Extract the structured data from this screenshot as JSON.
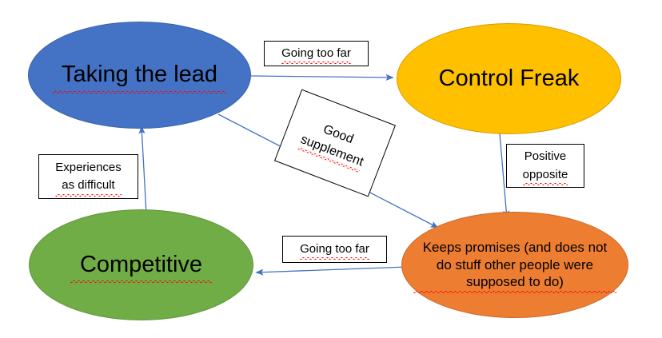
{
  "diagram": {
    "title": "Taking the lead / Control Freak / Competitive / Keeps promises relationship map",
    "background_color": "#FFFFFF",
    "arrow_color": "#4472C4",
    "nodes": [
      {
        "id": "taking-the-lead",
        "label": "Taking the lead",
        "color": "#4472C4",
        "shape": "ellipse",
        "position": "top-left"
      },
      {
        "id": "control-freak",
        "label": "Control Freak",
        "color": "#FFC000",
        "shape": "ellipse",
        "position": "top-right"
      },
      {
        "id": "competitive",
        "label": "Competitive",
        "color": "#70AD47",
        "shape": "ellipse",
        "position": "bottom-left"
      },
      {
        "id": "keeps-promises",
        "label": "Keeps promises (and does not\ndo stuff other people were\nsupposed to do)",
        "color": "#ED7D31",
        "shape": "ellipse",
        "position": "bottom-right"
      }
    ],
    "edge_labels": [
      {
        "id": "going-too-far-top",
        "text": "Going too far",
        "from": "taking-the-lead",
        "to": "control-freak"
      },
      {
        "id": "good-supplement",
        "text": "Good\nsupplement",
        "from": "taking-the-lead",
        "to": "keeps-promises",
        "rotated": true
      },
      {
        "id": "positive-opposite",
        "text": "Positive\nopposite",
        "from": "control-freak",
        "to": "keeps-promises"
      },
      {
        "id": "going-too-far-bottom",
        "text": "Going too far",
        "from": "keeps-promises",
        "to": "competitive"
      },
      {
        "id": "experiences-as-difficult",
        "text": "Experiences\nas difficult",
        "from": "competitive",
        "to": "taking-the-lead"
      }
    ]
  }
}
